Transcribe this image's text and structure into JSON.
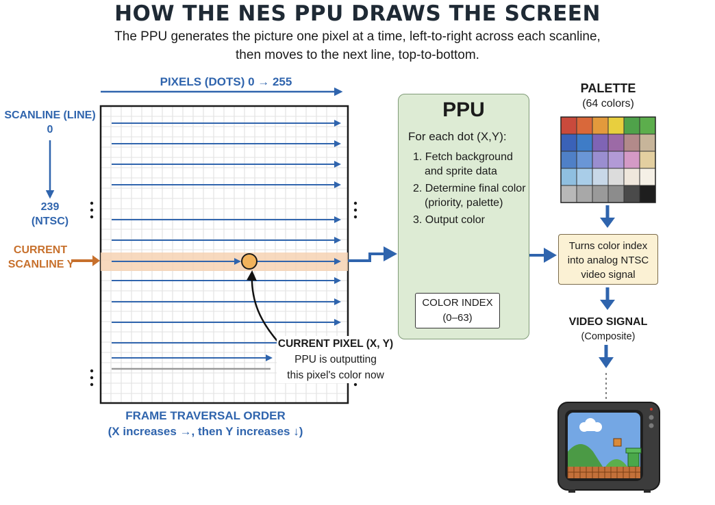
{
  "title": "HOW THE NES PPU DRAWS THE SCREEN",
  "subtitle": {
    "line1": "The PPU generates the picture one pixel at a time, left-to-right across each scanline,",
    "line2": "then moves to the next line, top-to-bottom."
  },
  "grid": {
    "pixels_label": "PIXELS (DOTS) 0 → 255",
    "scanline_label": "SCANLINE (LINE)",
    "scanline_start": "0",
    "scanline_end": "239",
    "scanline_end_note": "(NTSC)",
    "current_scanline_line1": "CURRENT",
    "current_scanline_line2": "SCANLINE Y",
    "traversal_line1": "FRAME TRAVERSAL ORDER",
    "traversal_line2": "(X increases →, then Y increases ↓)",
    "callout_line1": "CURRENT PIXEL (X, Y)",
    "callout_line2": "PPU is outputting",
    "callout_line3": "this pixel's color now"
  },
  "ppu": {
    "title": "PPU",
    "header": "For each dot (X,Y):",
    "step1_line1": "1. Fetch background",
    "step1_line2": "and sprite data",
    "step2_line1": "2. Determine final color",
    "step2_line2": "(priority, palette)",
    "step3": "3. Output color",
    "color_index_line1": "COLOR INDEX",
    "color_index_line2": "(0–63)"
  },
  "palette": {
    "title": "PALETTE",
    "subtitle": "(64 colors)",
    "colors": [
      [
        "#c94a3c",
        "#d9683a",
        "#e39a3c",
        "#e8cf3e",
        "#4fa24a",
        "#5cae4c"
      ],
      [
        "#3a62b8",
        "#3e7cc7",
        "#7f64b5",
        "#9c6aa6",
        "#b28a8a",
        "#c7b59a"
      ],
      [
        "#4f80c7",
        "#6a96d6",
        "#9a8ed0",
        "#b29ad6",
        "#d49ac6",
        "#e3cfa0"
      ],
      [
        "#8fbfe0",
        "#a9cde8",
        "#c8d8e8",
        "#dcdcdc",
        "#efe7dc",
        "#f5f0e6"
      ],
      [
        "#b8b8b8",
        "#a8a8a8",
        "#9a9a9a",
        "#8c8c8c",
        "#4a4a4a",
        "#1e1e1e"
      ]
    ]
  },
  "converter": {
    "line1": "Turns color index",
    "line2": "into analog NTSC",
    "line3": "video signal"
  },
  "video": {
    "title": "VIDEO SIGNAL",
    "subtitle": "(Composite)"
  },
  "colors": {
    "accent_blue": "#2f64ad",
    "accent_orange": "#c7702c",
    "ppu_green": "#ddebd4",
    "highlight_band": "#f6d2b3"
  }
}
